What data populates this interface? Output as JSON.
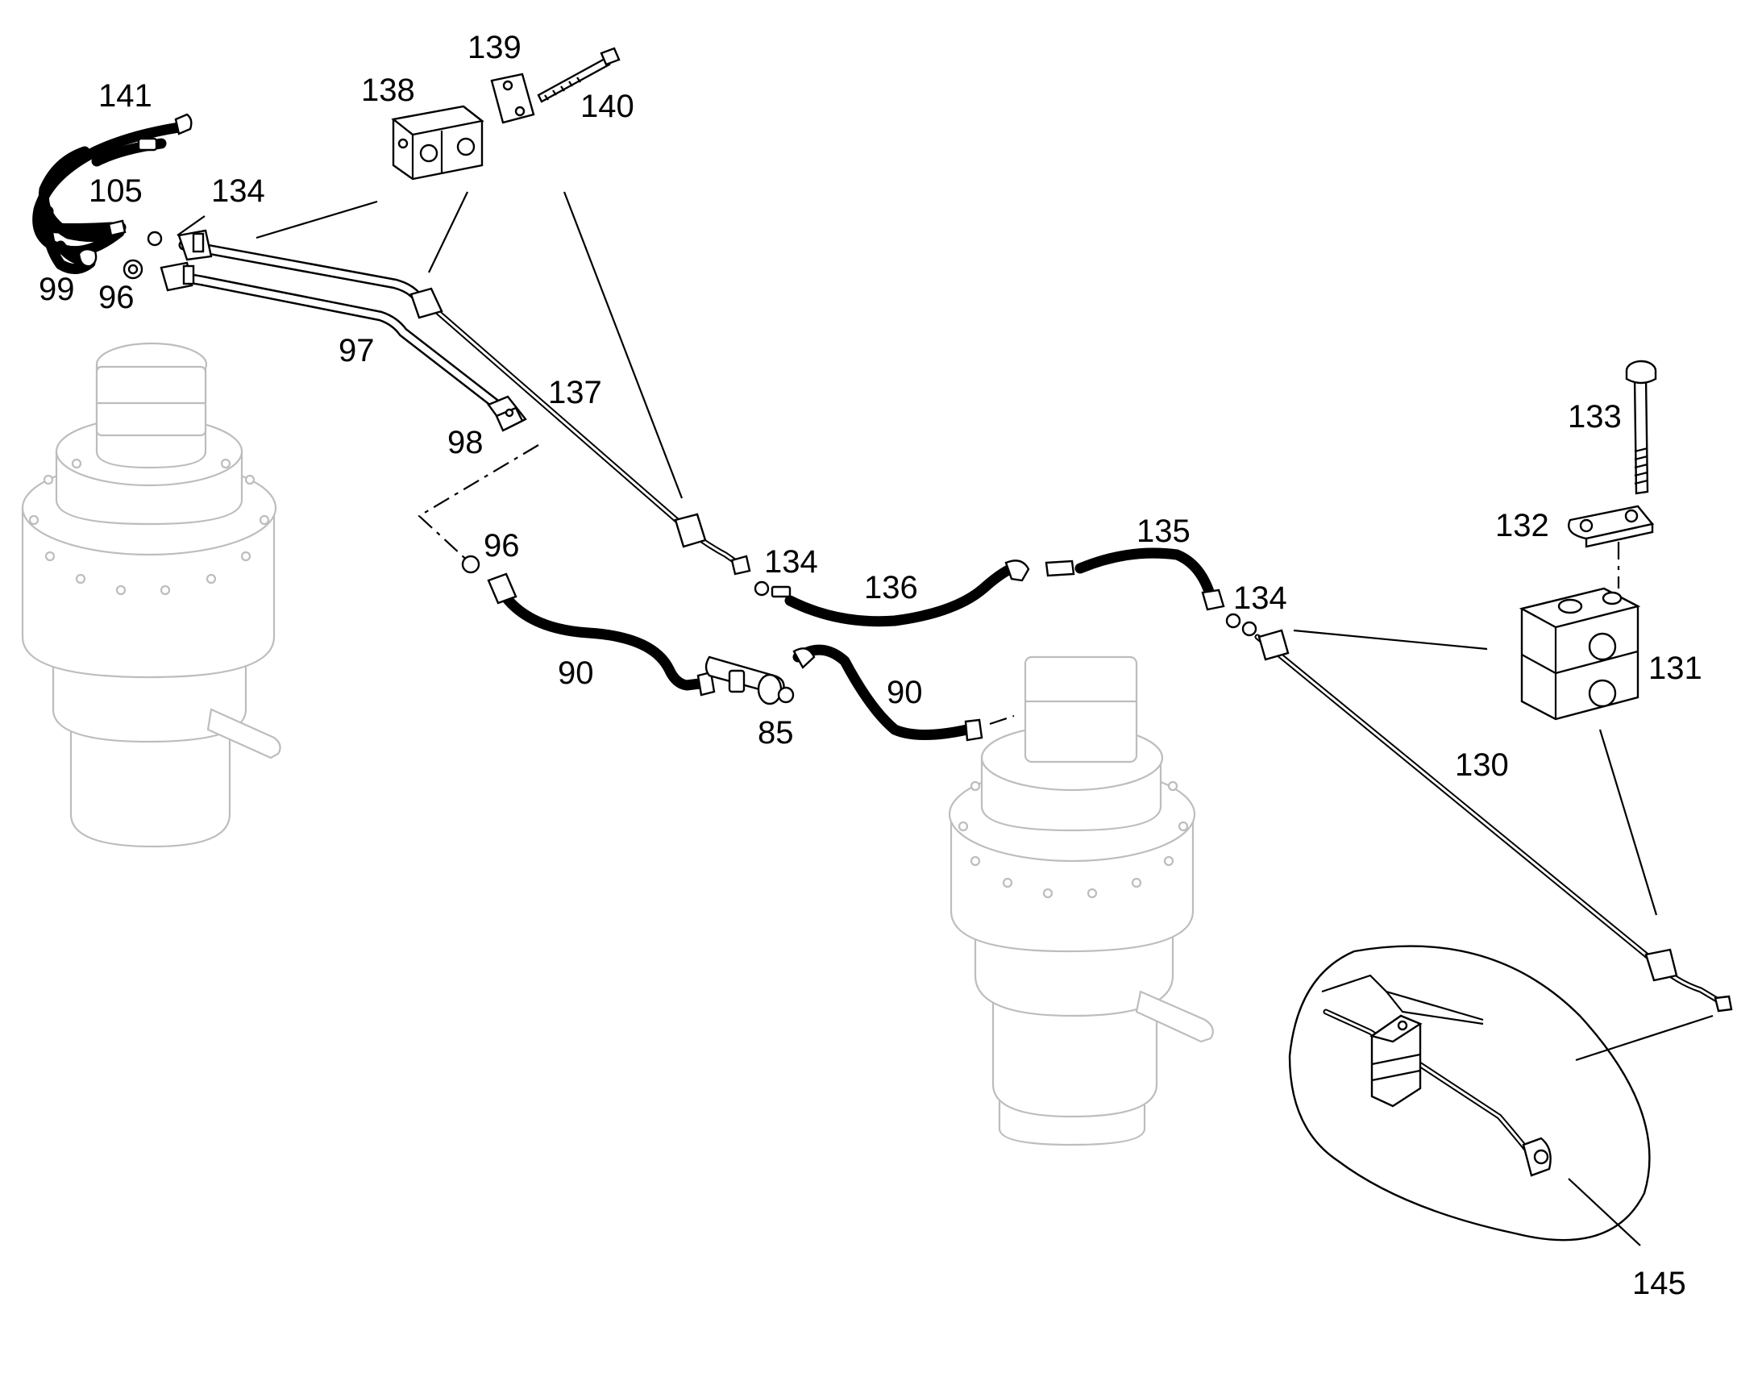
{
  "callouts": {
    "c141": "141",
    "c138": "138",
    "c139": "139",
    "c140": "140",
    "c105": "105",
    "c134a": "134",
    "c99": "99",
    "c96a": "96",
    "c97": "97",
    "c137": "137",
    "c98": "98",
    "c96b": "96",
    "c90a": "90",
    "c85": "85",
    "c90b": "90",
    "c134b": "134",
    "c136": "136",
    "c135": "135",
    "c134c": "134",
    "c133": "133",
    "c132": "132",
    "c131": "131",
    "c130": "130",
    "c145": "145"
  },
  "colors": {
    "line": "#000000",
    "ghost": "#bdbdbd",
    "background": "#ffffff"
  }
}
